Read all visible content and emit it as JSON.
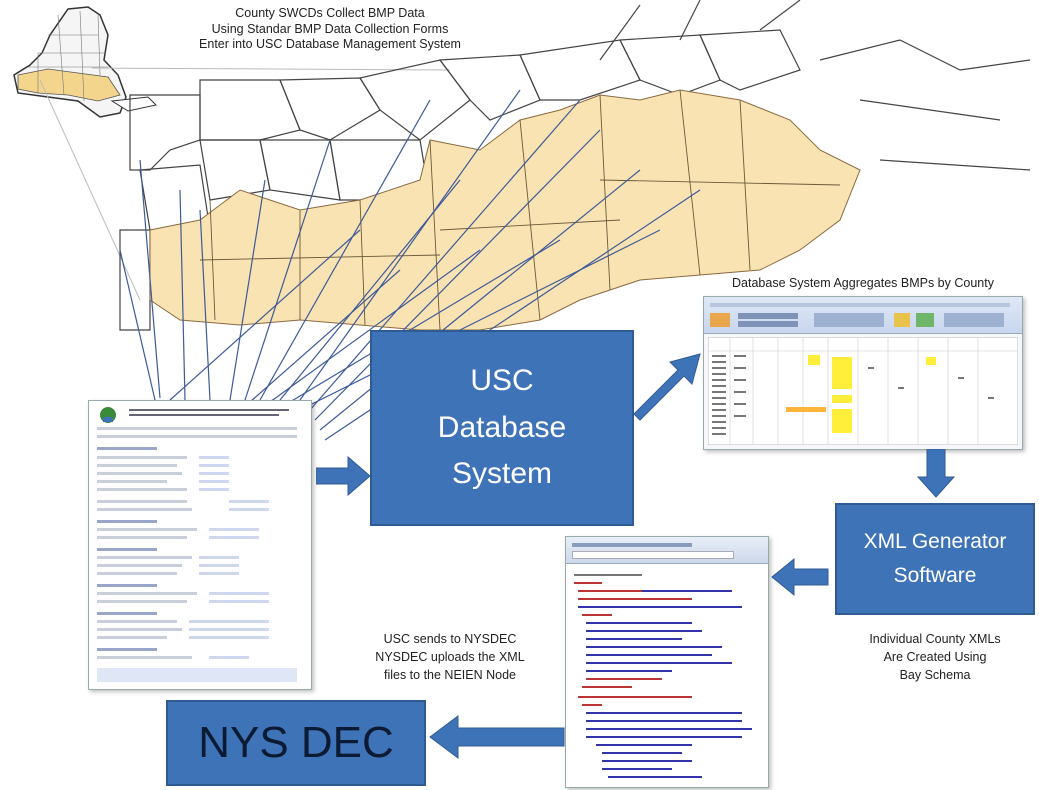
{
  "captions": {
    "top_line1": "County SWCDs Collect BMP Data",
    "top_line2": "Using Standar BMP Data Collection Forms",
    "top_line3": "Enter into USC Database Management System",
    "aggregate": "Database System Aggregates BMPs by County",
    "individual_line1": "Individual County XMLs",
    "individual_line2": "Are Created Using",
    "individual_line3": "Bay Schema",
    "sends_line1": "USC sends to NYSDEC",
    "sends_line2": "NYSDEC uploads the XML",
    "sends_line3": "files to the NEIEN Node"
  },
  "boxes": {
    "usc_line1": "USC",
    "usc_line2": "Database",
    "usc_line3": "System",
    "xml_line1": "XML Generator",
    "xml_line2": "Software",
    "nysdec": "NYS DEC"
  },
  "colors": {
    "box_fill": "#3f73b8",
    "region_fill": "#f9e3b3",
    "flow_lines": "#3d5a99"
  }
}
